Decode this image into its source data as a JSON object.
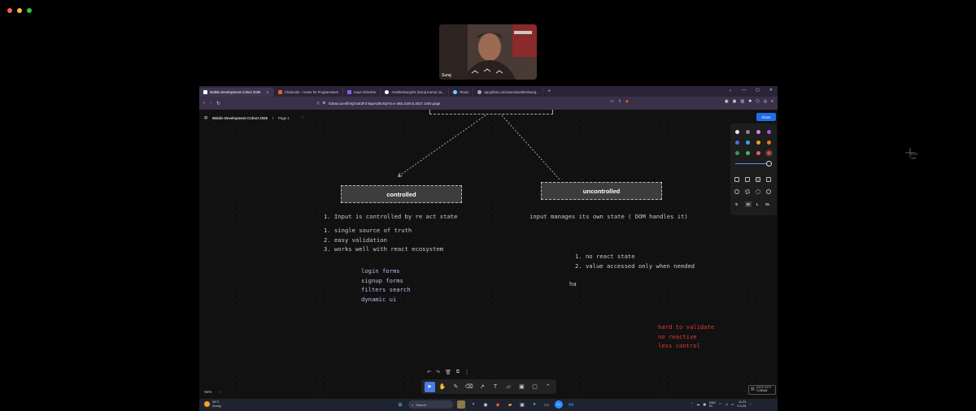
{
  "mac": {
    "colors": [
      "#ff5f57",
      "#febc2e",
      "#28c840"
    ]
  },
  "webcam": {
    "name": "Suraj"
  },
  "browser": {
    "tabs": [
      {
        "label": "Mobile Development Cohort 2026",
        "favicon_color": "#ffffff",
        "active": true,
        "close": "✕"
      },
      {
        "label": "ChaiCode - Home for Programmers",
        "favicon_color": "#e35d35",
        "active": false
      },
      {
        "label": "react-refresher",
        "favicon_color": "#8a5cf6",
        "active": false
      },
      {
        "label": "Aesthetisuraj/24 (Suraj Kumar Ja...",
        "favicon_color": "#ffffff",
        "active": false
      },
      {
        "label": "React",
        "favicon_color": "#61dafb",
        "active": false
      },
      {
        "label": "api.github.com/users/aesthetisuraj...",
        "favicon_color": "#aaaaaa",
        "active": false
      }
    ],
    "new_tab": "+",
    "window_controls": [
      "⌄",
      "—",
      "▢",
      "✕"
    ],
    "url": "tldraw.com/f/mQmxE3FZ-BqsAdEvGpYd=v-368.1028.5.3027.1004.page"
  },
  "canvas": {
    "file_title": "Mobile Development Cohort 2026",
    "separator": "/",
    "page_name": "Page 1",
    "more": "⋮",
    "share": "Share",
    "boxes": {
      "controlled": "controlled",
      "uncontrolled": "uncontrolled"
    },
    "left_notes": {
      "heading": "1. Input is controlled by re act state",
      "points": [
        "1. single source of truth",
        "2. easy validation",
        "3. works well with react ecosystem"
      ],
      "uses": [
        "login forms",
        "signup forms",
        "filters search",
        "dynamic ui"
      ]
    },
    "right_notes": {
      "heading": "input manages its own state ( DOM handles it)",
      "points": [
        "1. no react state",
        "2. value accessed only when needed"
      ],
      "extra": "ha",
      "cons": [
        "hard to validate",
        "no reactive",
        "less control"
      ]
    },
    "colors": {
      "text": "#c9c9c9",
      "red": "#e53935",
      "lilac": "#bcbbe8",
      "swatches": [
        "#e8e8e8",
        "#8a8a8a",
        "#d982e8",
        "#a955e0",
        "#4c6ee8",
        "#3fa2e8",
        "#f0a020",
        "#e8772a",
        "#2e9e5c",
        "#46b872",
        "#e85a7a",
        "#e0403a"
      ]
    },
    "size_options": [
      "S",
      "M",
      "L",
      "XL"
    ],
    "zoom": "94%",
    "cursor_readout": [
      "2,727",
      "108"
    ],
    "made_with": [
      "MADE WITH",
      "TLDRAW"
    ]
  },
  "taskbar": {
    "weather": {
      "temp": "34°C",
      "cond": "Sunny"
    },
    "search": "Search",
    "lang": [
      "ENG",
      "IN"
    ],
    "time": "11:23",
    "date": "3-3-26"
  }
}
